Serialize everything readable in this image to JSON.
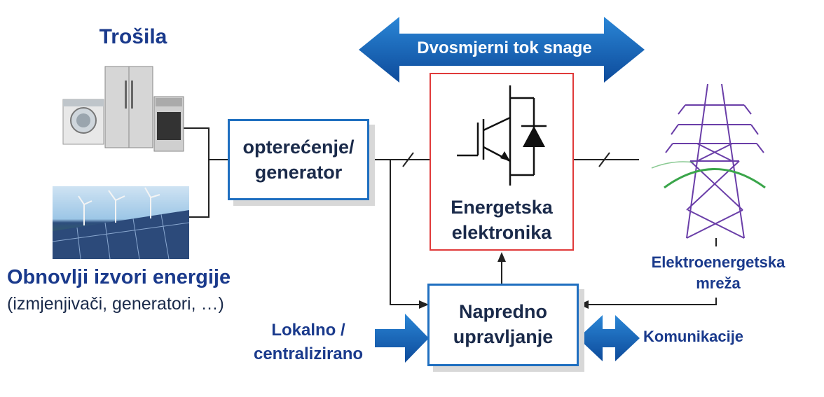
{
  "loads": {
    "title": "Trošila"
  },
  "renewables": {
    "title": "Obnovlji izvori energije",
    "subtitle": "(izmjenjivači, generatori, …)"
  },
  "load_generator_box": {
    "line1": "opterećenje/",
    "line2": "generator"
  },
  "power_flow": {
    "label": "Dvosmjerni tok snage"
  },
  "power_electronics": {
    "line1": "Energetska",
    "line2": "elektronika"
  },
  "grid": {
    "line1": "Elektroenergetska",
    "line2": "mreža"
  },
  "advanced_control": {
    "line1": "Napredno",
    "line2": "upravljanje"
  },
  "local": {
    "line1": "Lokalno /",
    "line2": "centralizirano"
  },
  "communications": {
    "label": "Komunikacije"
  },
  "colors": {
    "accent_blue": "#1f6fc0",
    "dark_text": "#1a3a8c",
    "red_border": "#e03a3a",
    "tower": "#6a3ea8",
    "green_wave": "#3aa54a"
  }
}
